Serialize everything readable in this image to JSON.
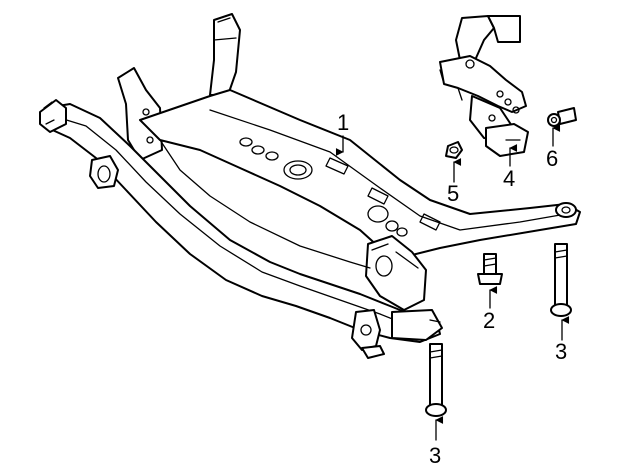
{
  "callouts": [
    {
      "label": "1"
    },
    {
      "label": "2"
    },
    {
      "label": "3"
    },
    {
      "label": "3"
    },
    {
      "label": "4"
    },
    {
      "label": "5"
    },
    {
      "label": "6"
    }
  ],
  "colors": {
    "line": "#000000",
    "background": "#ffffff"
  }
}
